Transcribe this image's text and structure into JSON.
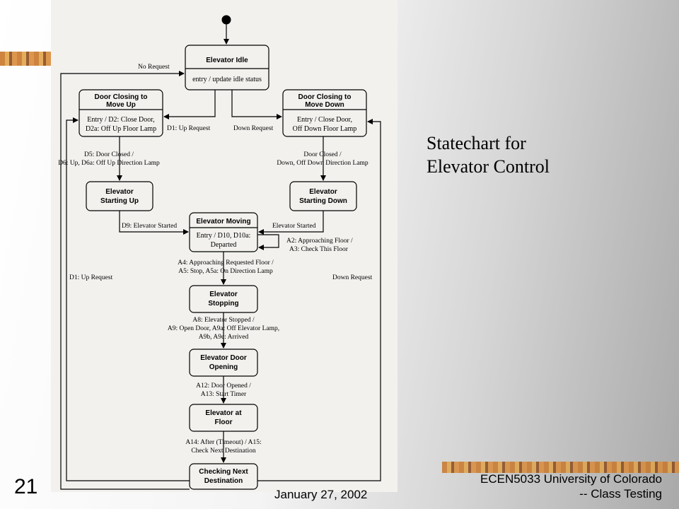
{
  "slide": {
    "caption_line1": "Statechart for",
    "caption_line2": "Elevator Control",
    "slide_number": "21",
    "date": "January 27, 2002",
    "footer_line1": "ECEN5033 University of Colorado",
    "footer_line2": "-- Class Testing"
  },
  "colors": {
    "accent_orange": "#c8772a",
    "line": "#000000"
  },
  "states": {
    "idle": {
      "name": "Elevator Idle",
      "action": "entry / update idle status"
    },
    "closing_up": {
      "name1": "Door Closing to",
      "name2": "Move Up",
      "action1": "Entry / D2: Close Door,",
      "action2": "D2a: Off Up Floor Lamp"
    },
    "closing_down": {
      "name1": "Door Closing to",
      "name2": "Move Down",
      "action1": "Entry / Close Door,",
      "action2": "Off Down Floor Lamp"
    },
    "starting_up": {
      "name1": "Elevator",
      "name2": "Starting Up"
    },
    "starting_down": {
      "name1": "Elevator",
      "name2": "Starting Down"
    },
    "moving": {
      "name": "Elevator Moving",
      "action1": "Entry / D10, D10a:",
      "action2": "Departed"
    },
    "stopping": {
      "name1": "Elevator",
      "name2": "Stopping"
    },
    "door_opening": {
      "name1": "Elevator Door",
      "name2": "Opening"
    },
    "at_floor": {
      "name1": "Elevator at",
      "name2": "Floor"
    },
    "checking": {
      "name1": "Checking Next",
      "name2": "Destination"
    }
  },
  "transitions": {
    "no_request": "No Request",
    "d1_up_request": "D1: Up Request",
    "down_request": "Down Request",
    "d5_line1": "D5: Door Closed /",
    "d5_line2": "D6: Up, D6a: Off Up Direction Lamp",
    "door_closed_line1": "Door Closed /",
    "door_closed_line2": "Down, Off Down Direction Lamp",
    "d9": "D9: Elevator Started",
    "elevator_started": "Elevator Started",
    "a2_line1": "A2: Approaching Floor /",
    "a2_line2": "A3: Check This Floor",
    "a4_line1": "A4: Approaching Requested Floor /",
    "a4_line2": "A5: Stop, A5a: On Direction Lamp",
    "left_up_request": "D1: Up Request",
    "right_down_request": "Down Request",
    "a8_line1": "A8: Elevator Stopped /",
    "a8_line2": "A9: Open Door, A9a: Off Elevator Lamp,",
    "a8_line3": "A9b, A9c: Arrived",
    "a12_line1": "A12: Door Opened /",
    "a12_line2": "A13: Start Timer",
    "a14_line1": "A14: After (Timeout) / A15:",
    "a14_line2": "Check Next Destination"
  }
}
